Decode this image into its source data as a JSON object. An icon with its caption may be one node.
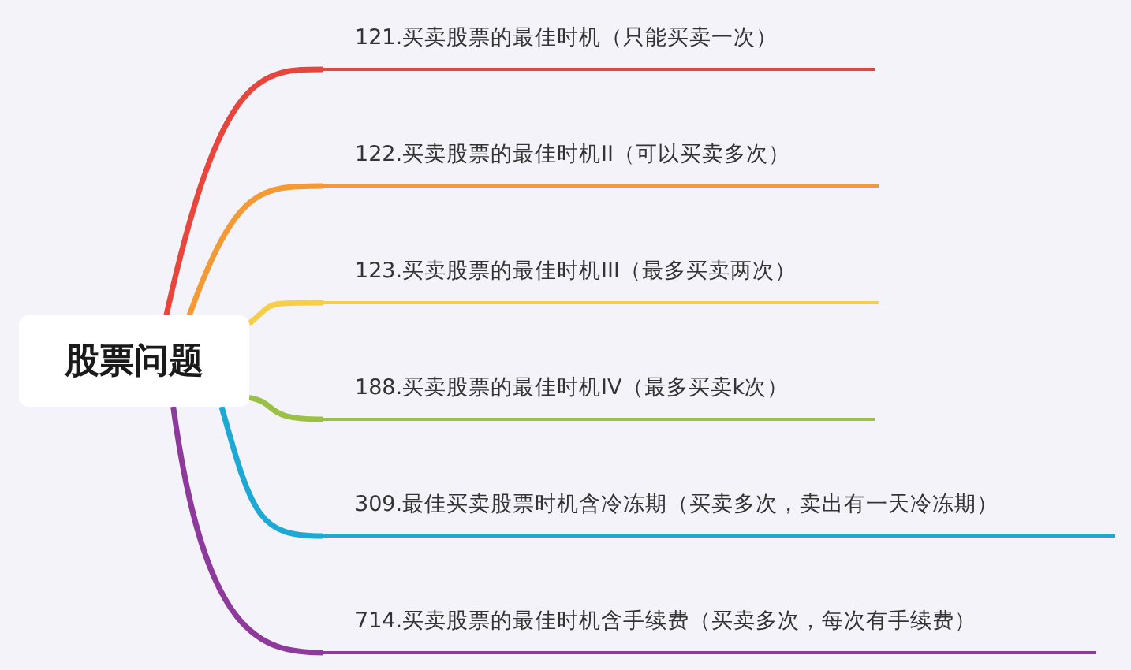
{
  "diagram": {
    "nodes": [
      {
        "text": [
          "股票问题"
        ]
      },
      {
        "text": [
          "121.买卖股票的最佳时机（只能买卖一次）"
        ]
      },
      {
        "text": [
          "122.买卖股票的最佳时机II（可以买卖多次）"
        ]
      },
      {
        "text": [
          "123.买卖股票的最佳时机III（最多买卖两次）"
        ]
      },
      {
        "text": [
          "188.买卖股票的最佳时机IV（最多买卖k次）"
        ]
      },
      {
        "text": [
          "309.最佳买卖股票时机含冷冻期（买卖多次，卖出有一天冷冻期）"
        ]
      },
      {
        "text": [
          "714.买卖股票的最佳时机含手续费（买卖多次，每次有手续费）"
        ]
      }
    ],
    "edges": [
      {
        "from": 0,
        "to": 1,
        "arrow": "none",
        "color": "#e8453c"
      },
      {
        "from": 0,
        "to": 2,
        "arrow": "none",
        "color": "#f39a35"
      },
      {
        "from": 0,
        "to": 3,
        "arrow": "none",
        "color": "#f6cf48"
      },
      {
        "from": 0,
        "to": 4,
        "arrow": "none",
        "color": "#9bc046"
      },
      {
        "from": 0,
        "to": 5,
        "arrow": "none",
        "color": "#1ea9d4"
      },
      {
        "from": 0,
        "to": 6,
        "arrow": "none",
        "color": "#8e3a9d"
      }
    ]
  }
}
